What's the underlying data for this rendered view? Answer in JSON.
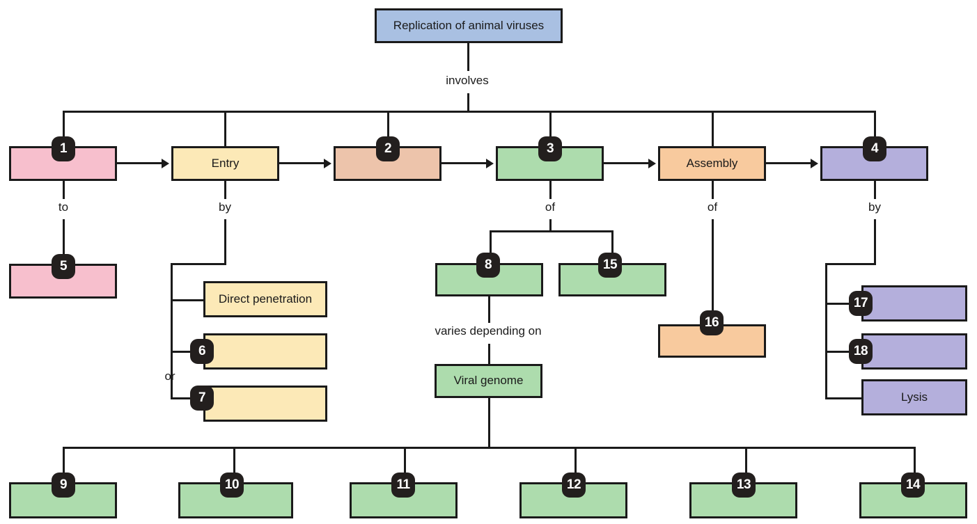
{
  "diagram": {
    "title_box": {
      "label": "Replication of animal viruses",
      "color": "#A9C0E2"
    },
    "connector_labels": {
      "involves": "involves",
      "to": "to",
      "by_entry": "by",
      "of_stage3": "of",
      "of_assembly": "of",
      "by_release": "by",
      "or": "or",
      "varies": "varies depending on"
    },
    "stage_row": [
      {
        "num": "1",
        "label": "",
        "color": "#F7BFCD"
      },
      {
        "num": "",
        "label": "Entry",
        "color": "#FCE9B7"
      },
      {
        "num": "2",
        "label": "",
        "color": "#EDC4AB"
      },
      {
        "num": "3",
        "label": "",
        "color": "#ADDCAD"
      },
      {
        "num": "",
        "label": "Assembly",
        "color": "#F8CA9E"
      },
      {
        "num": "4",
        "label": "",
        "color": "#B4AFDC"
      }
    ],
    "attachment_detail": [
      {
        "num": "5",
        "label": "",
        "color": "#F7BFCD"
      }
    ],
    "entry_methods": [
      {
        "num": "",
        "label": "Direct penetration",
        "color": "#FCE9B7"
      },
      {
        "num": "6",
        "label": "",
        "color": "#FCE9B7"
      },
      {
        "num": "7",
        "label": "",
        "color": "#FCE9B7"
      }
    ],
    "synthesis_children": [
      {
        "num": "8",
        "label": "",
        "color": "#ADDCAD"
      },
      {
        "num": "15",
        "label": "",
        "color": "#ADDCAD"
      }
    ],
    "viral_genome_box": {
      "label": "Viral genome",
      "color": "#ADDCAD"
    },
    "genome_types": [
      {
        "num": "9",
        "label": "",
        "color": "#ADDCAD"
      },
      {
        "num": "10",
        "label": "",
        "color": "#ADDCAD"
      },
      {
        "num": "11",
        "label": "",
        "color": "#ADDCAD"
      },
      {
        "num": "12",
        "label": "",
        "color": "#ADDCAD"
      },
      {
        "num": "13",
        "label": "",
        "color": "#ADDCAD"
      },
      {
        "num": "14",
        "label": "",
        "color": "#ADDCAD"
      }
    ],
    "assembly_detail": [
      {
        "num": "16",
        "label": "",
        "color": "#F8CA9E"
      }
    ],
    "release_methods": [
      {
        "num": "17",
        "label": "",
        "color": "#B4AFDC"
      },
      {
        "num": "18",
        "label": "",
        "color": "#B4AFDC"
      },
      {
        "num": "",
        "label": "Lysis",
        "color": "#B4AFDC"
      }
    ]
  }
}
